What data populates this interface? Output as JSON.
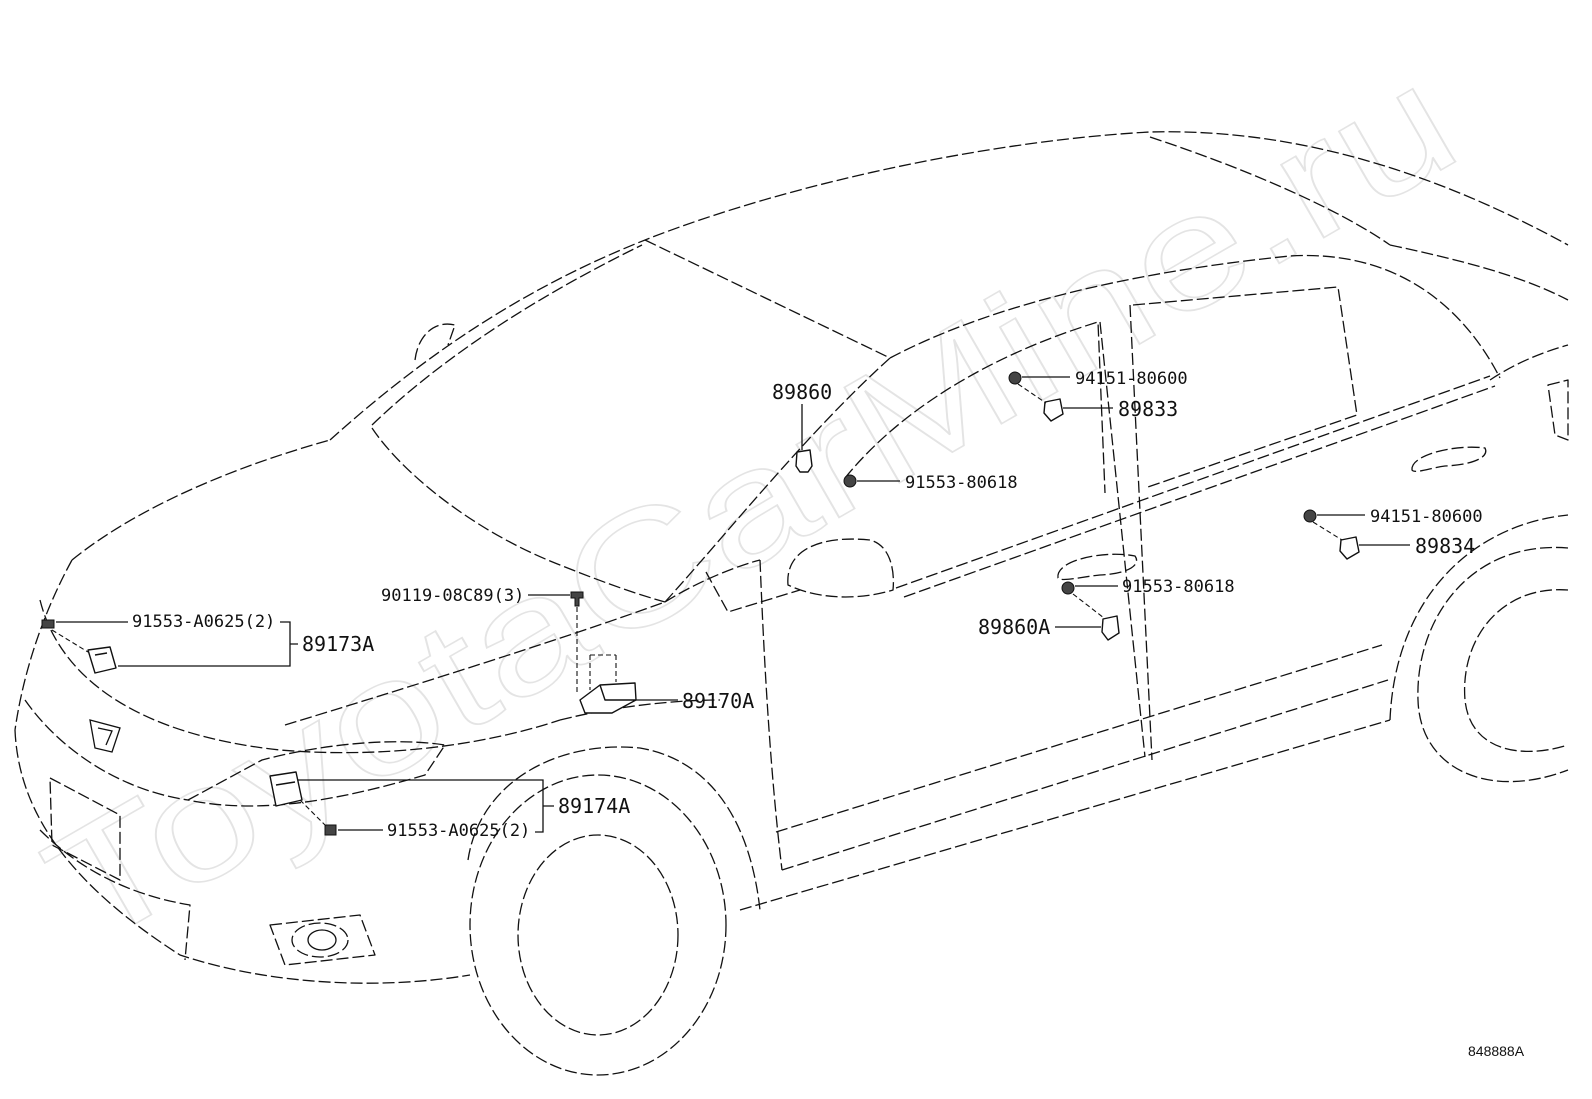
{
  "watermark": "ToyotaCarMine.ru",
  "diagram_code": "848888A",
  "callouts": [
    "89860",
    "94151-80600",
    "89833",
    "91553-80618",
    "94151-80600",
    "89834",
    "90119-08C89(3)",
    "91553-80618",
    "91553-A0625(2)",
    "89173A",
    "89860A",
    "89170A",
    "89174A",
    "91553-A0625(2)"
  ]
}
